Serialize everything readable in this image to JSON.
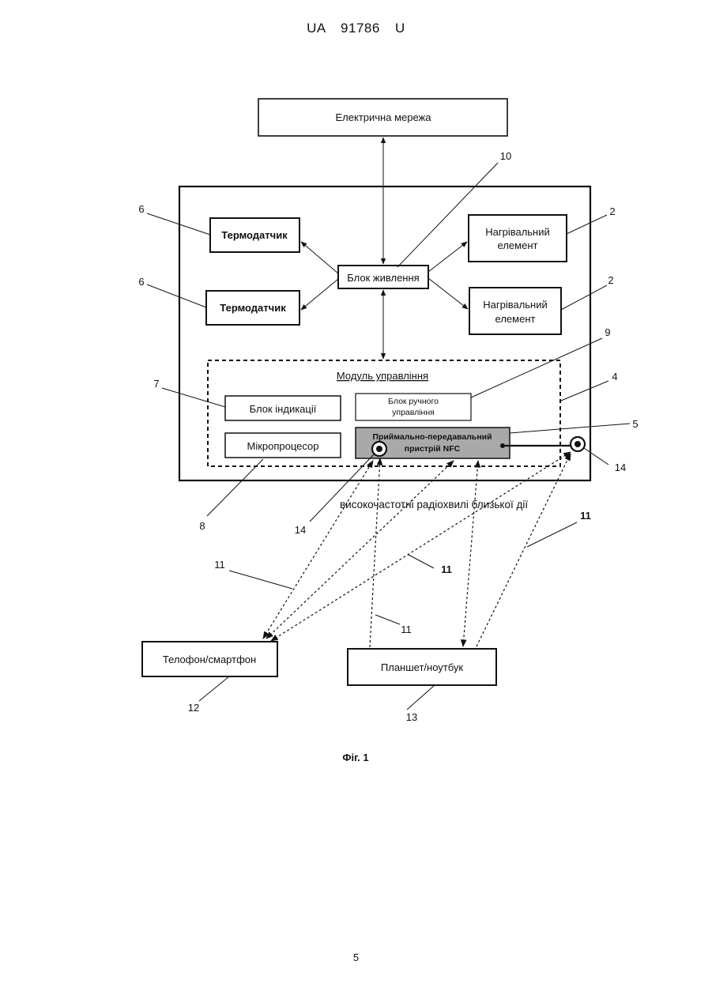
{
  "header": {
    "doc_id": "UA   91786   U"
  },
  "diagram": {
    "boxes": {
      "grid": "Електрична мережа",
      "thermo1": "Термодатчик",
      "thermo2": "Термодатчик",
      "power": "Блок живлення",
      "heater1_l1": "Нагрівальний",
      "heater1_l2": "елемент",
      "heater2_l1": "Нагрівальний",
      "heater2_l2": "елемент",
      "module_title": "Модуль управління",
      "indication": "Блок індикації",
      "manual_l1": "Блок ручного",
      "manual_l2": "управління",
      "micro": "Мікропроцесор",
      "nfc_l1": "Приймально-передавальний",
      "nfc_l2": "пристрій NFC",
      "phone": "Телофон/смартфон",
      "tablet": "Планшет/ноутбук"
    },
    "waves_label": "високочастотні радіохвилі близької дії",
    "refs": {
      "r10": "10",
      "r6a": "6",
      "r6b": "6",
      "r2a": "2",
      "r2b": "2",
      "r9": "9",
      "r7": "7",
      "r4": "4",
      "r5": "5",
      "r14a": "14",
      "r8": "8",
      "r14b": "14",
      "r11a": "11",
      "r11b": "11",
      "r11c": "11",
      "r11d": "11",
      "r12": "12",
      "r13": "13"
    },
    "caption": "Фіг. 1"
  },
  "footer": {
    "page_number": "5"
  }
}
